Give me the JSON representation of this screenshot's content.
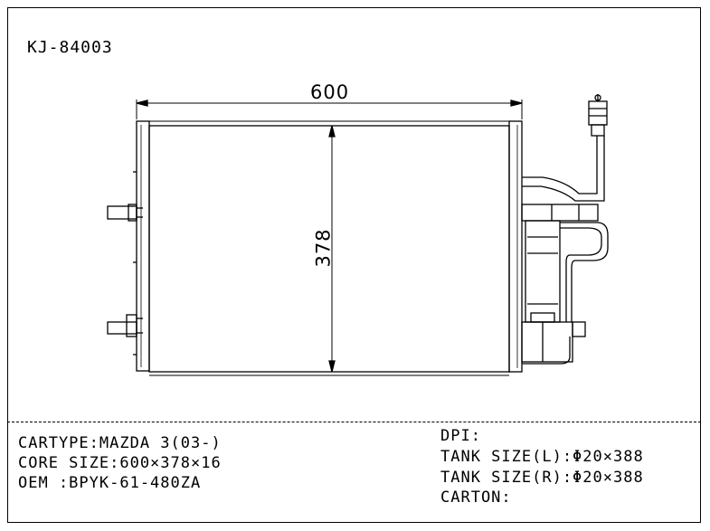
{
  "part_number": "KJ-84003",
  "dimensions": {
    "width_label": "600",
    "height_label": "378"
  },
  "specs_left": {
    "cartype": "CARTYPE:MAZDA 3(03-)",
    "core_size": "CORE SIZE:600×378×16",
    "oem": "OEM :BPYK-61-480ZA"
  },
  "specs_right": {
    "dpi": "DPI:",
    "tank_left": "TANK SIZE(L):Φ20×388",
    "tank_right": "TANK SIZE(R):Φ20×388",
    "carton": "CARTON:"
  }
}
